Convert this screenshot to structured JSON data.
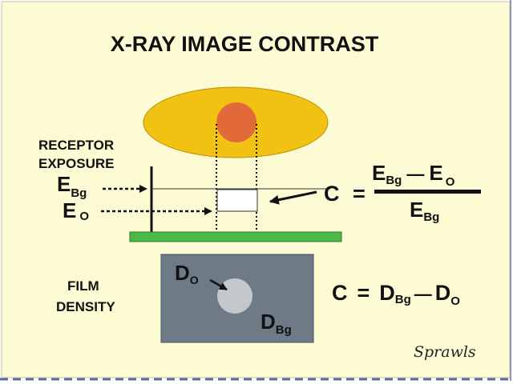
{
  "title": "X-RAY IMAGE CONTRAST",
  "labels": {
    "receptor_line1": "RECEPTOR",
    "receptor_line2": "EXPOSURE",
    "film_line1": "FILM",
    "film_line2": "DENSITY"
  },
  "symbols": {
    "E": "E",
    "D": "D",
    "C": "C",
    "Bg": "Bg",
    "O": "O",
    "equals": "=",
    "minus": "—"
  },
  "signature": "Sprawls",
  "colors": {
    "background": "#fdfbd4",
    "object_ellipse": "#f1c214",
    "object_core": "#e2693a",
    "receptor_bar": "#4cb848",
    "film": "#6f7a87",
    "film_spot": "#c3c8cd",
    "text": "#111111",
    "border": "#5a6c9c"
  }
}
